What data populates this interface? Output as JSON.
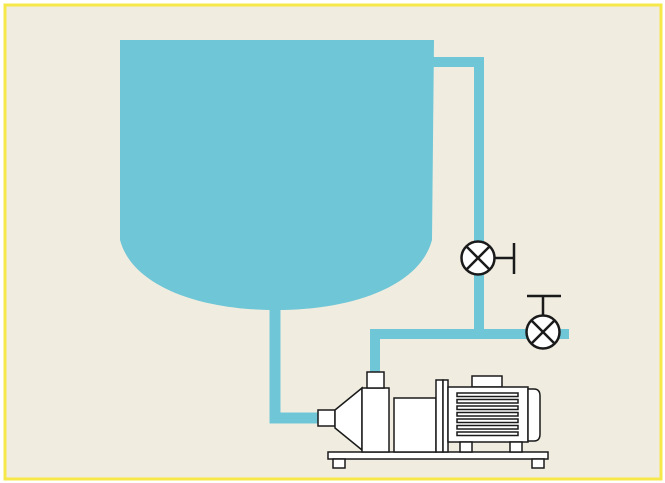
{
  "diagram": {
    "description_labels": [],
    "colors": {
      "background": "#f0ede0",
      "border": "#f7e84a",
      "fluid": "#6fc6d6",
      "line": "#1a1a1a",
      "component_fill": "#ffffff"
    },
    "components": [
      {
        "id": "tank",
        "icon": "storage-tank"
      },
      {
        "id": "pump",
        "icon": "centrifugal-pump"
      },
      {
        "id": "motor",
        "icon": "electric-motor"
      },
      {
        "id": "valve-return",
        "icon": "globe-valve"
      },
      {
        "id": "valve-discharge",
        "icon": "globe-valve"
      }
    ]
  }
}
